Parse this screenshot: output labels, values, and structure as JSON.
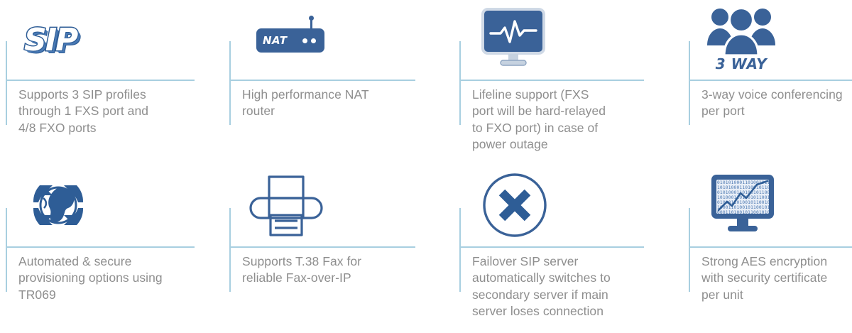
{
  "theme": {
    "accent_line": "#a8cfe0",
    "icon_blue": "#3a6298",
    "icon_blue_dark": "#2e5d96",
    "text_gray": "#8e8e8e",
    "background": "#ffffff"
  },
  "features": [
    {
      "icon": "sip-wordmark-icon",
      "icon_label": "SIP",
      "text": "Supports 3 SIP profiles\nthrough 1 FXS port and\n4/8 FXO ports"
    },
    {
      "icon": "nat-router-icon",
      "icon_label": "NAT",
      "text": "High performance NAT\nrouter"
    },
    {
      "icon": "monitor-heartbeat-icon",
      "icon_label": "",
      "text": "Lifeline support (FXS\nport will be hard-relayed\nto FXO port) in case of\npower outage"
    },
    {
      "icon": "three-people-icon",
      "icon_label": "3 WAY",
      "text": "3-way voice conferencing\nper port"
    },
    {
      "icon": "globe-refresh-icon",
      "icon_label": "",
      "text": "Automated & secure\nprovisioning options using\nTR069"
    },
    {
      "icon": "fax-printer-icon",
      "icon_label": "",
      "text": "Supports T.38 Fax for\nreliable Fax-over-IP"
    },
    {
      "icon": "circle-x-icon",
      "icon_label": "",
      "text": "Failover SIP server\nautomatically switches to\nsecondary server if main\nserver loses connection"
    },
    {
      "icon": "monitor-binary-chart-icon",
      "icon_label": "",
      "text": "Strong AES encryption\nwith security certificate\nper unit"
    }
  ]
}
